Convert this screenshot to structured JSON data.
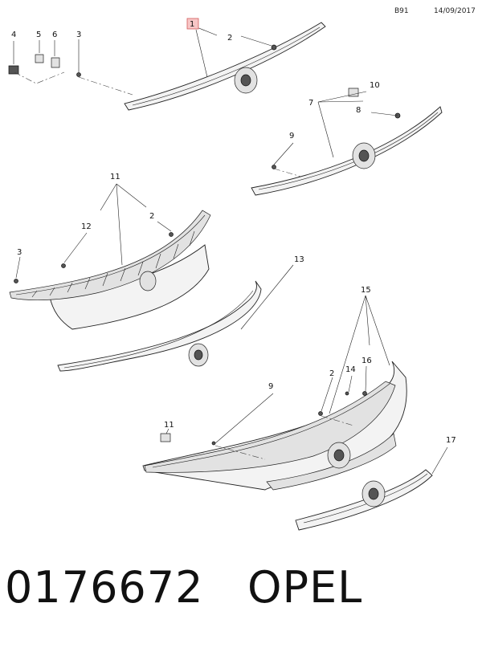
{
  "header": {
    "code": "B91",
    "date": "14/09/2017"
  },
  "footer": {
    "part_number": "0176672",
    "brand": "OPEL"
  },
  "callouts": [
    {
      "id": "c-1-top",
      "label": "1",
      "highlight": true
    },
    {
      "id": "c-2-top",
      "label": "2"
    },
    {
      "id": "c-3-top",
      "label": "3"
    },
    {
      "id": "c-4-top",
      "label": "4"
    },
    {
      "id": "c-5-top",
      "label": "5"
    },
    {
      "id": "c-6-top",
      "label": "6"
    },
    {
      "id": "c-7",
      "label": "7"
    },
    {
      "id": "c-8",
      "label": "8"
    },
    {
      "id": "c-9-mid",
      "label": "9"
    },
    {
      "id": "c-10",
      "label": "10"
    },
    {
      "id": "c-11-mid",
      "label": "11"
    },
    {
      "id": "c-12",
      "label": "12"
    },
    {
      "id": "c-2-mid",
      "label": "2"
    },
    {
      "id": "c-3-mid",
      "label": "3"
    },
    {
      "id": "c-13",
      "label": "13"
    },
    {
      "id": "c-15",
      "label": "15"
    },
    {
      "id": "c-9-low",
      "label": "9"
    },
    {
      "id": "c-2-low",
      "label": "2"
    },
    {
      "id": "c-14",
      "label": "14"
    },
    {
      "id": "c-16",
      "label": "16"
    },
    {
      "id": "c-11-low",
      "label": "11"
    },
    {
      "id": "c-17",
      "label": "17"
    }
  ]
}
